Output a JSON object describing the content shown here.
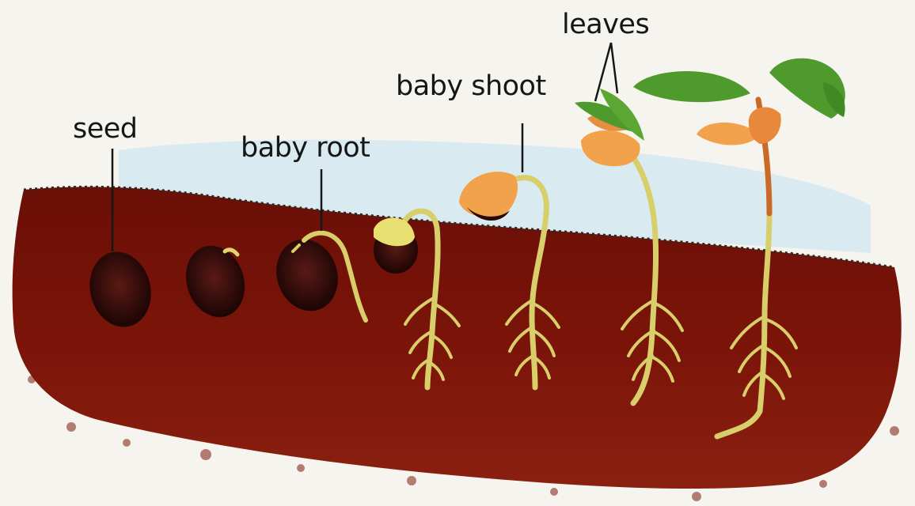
{
  "labels": {
    "seed": "seed",
    "baby_root": "baby root",
    "baby_shoot": "baby shoot",
    "leaves": "leaves"
  },
  "colors": {
    "soil": "#7a1208",
    "soil_dark": "#5c0c05",
    "sky": "#cfe8f2",
    "seed": "#2a0a08",
    "root": "#d8cf6a",
    "seed_leaf": "#f2a24a",
    "leaf": "#4f9a2c",
    "stem": "#c96a28"
  },
  "stages": [
    "dry seed",
    "seed with bud",
    "baby root",
    "hooked shoot",
    "shoot above ground",
    "first leaves",
    "young plant"
  ]
}
